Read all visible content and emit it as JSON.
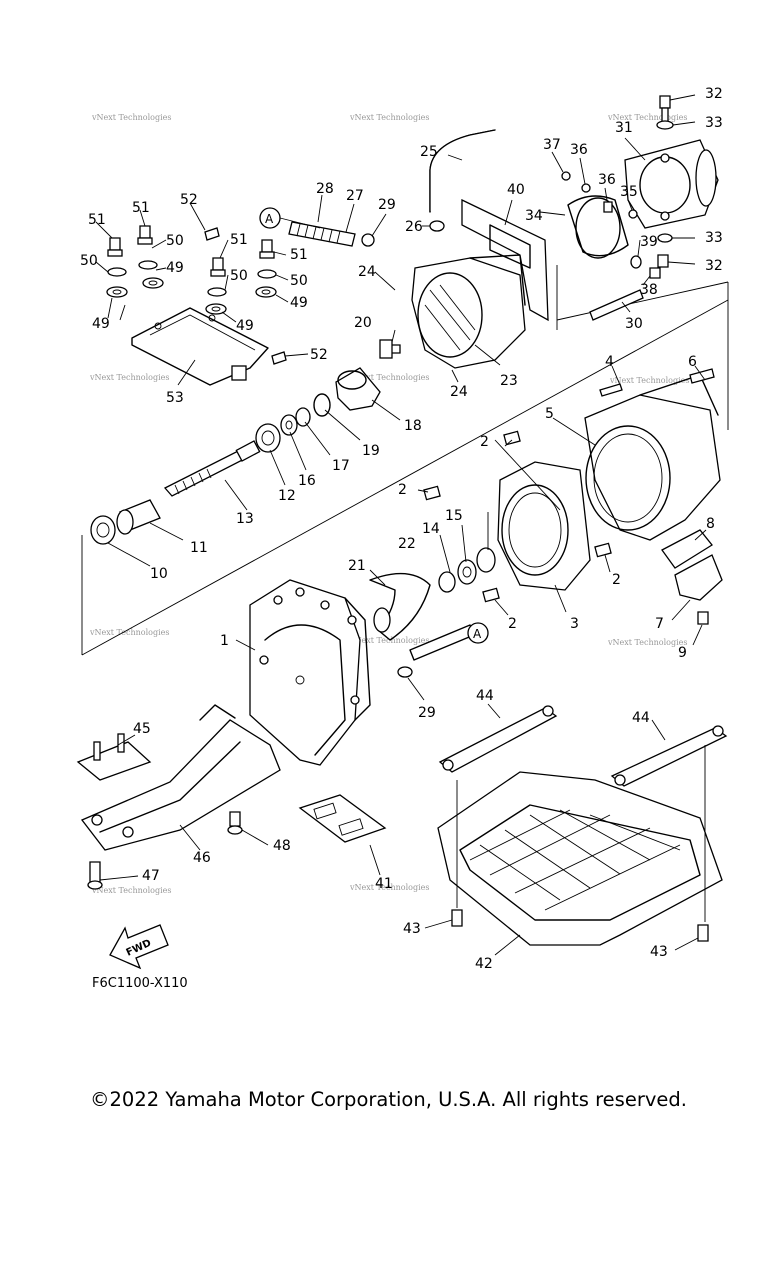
{
  "diagram": {
    "code": "F6C1100-X110",
    "fwd_label": "FWD",
    "callout_letter": "A",
    "watermark": "vNext Technologies",
    "part_numbers": [
      "1",
      "2",
      "3",
      "4",
      "5",
      "6",
      "7",
      "8",
      "9",
      "10",
      "11",
      "12",
      "13",
      "14",
      "15",
      "16",
      "17",
      "18",
      "19",
      "20",
      "21",
      "22",
      "23",
      "24",
      "25",
      "26",
      "27",
      "28",
      "29",
      "30",
      "31",
      "32",
      "33",
      "34",
      "35",
      "36",
      "37",
      "38",
      "39",
      "40",
      "41",
      "42",
      "43",
      "44",
      "45",
      "46",
      "47",
      "48",
      "49",
      "50",
      "51",
      "52",
      "53"
    ]
  },
  "footer": {
    "copyright": "©2022 Yamaha Motor Corporation, U.S.A. All rights reserved."
  }
}
